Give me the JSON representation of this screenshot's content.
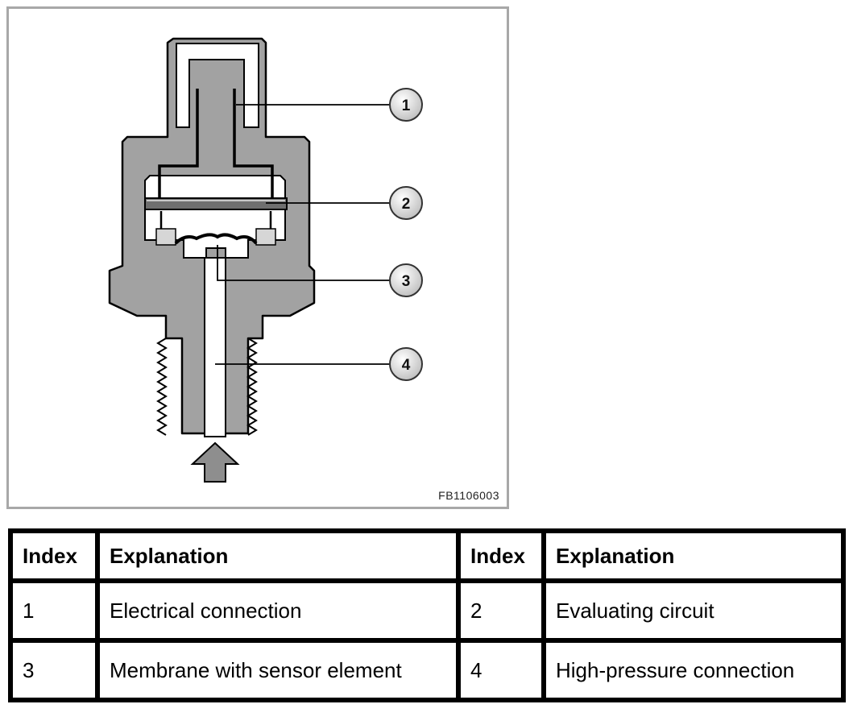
{
  "figure": {
    "code": "FB1106003",
    "callouts": [
      "1",
      "2",
      "3",
      "4"
    ]
  },
  "legend": {
    "headers": [
      "Index",
      "Explanation",
      "Index",
      "Explanation"
    ],
    "rows": [
      [
        "1",
        "Electrical connection",
        "2",
        "Evaluating circuit"
      ],
      [
        "3",
        "Membrane with sensor element",
        "4",
        "High-pressure connection"
      ]
    ]
  },
  "colors": {
    "housing": "#a2a2a2",
    "frame": "#a8a8a8",
    "circuit_board": "#6f6f6f",
    "arrow": "#8e8e8e"
  }
}
